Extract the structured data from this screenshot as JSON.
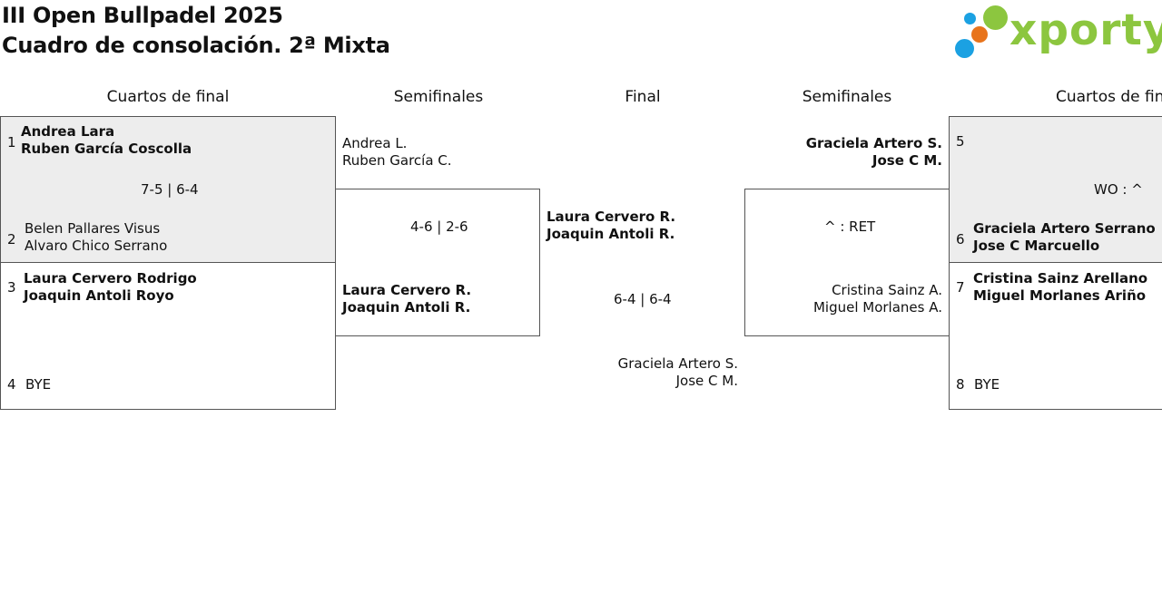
{
  "header": {
    "title": "III Open Bullpadel 2025",
    "subtitle": "Cuadro de consolación. 2ª Mixta"
  },
  "logo": {
    "text": "xporty",
    "colors": {
      "green": "#8cc63f",
      "blue": "#1ba1e2",
      "orange": "#e8741c"
    }
  },
  "columns": {
    "left_qf": "Cuartos de final",
    "left_sf": "Semifinales",
    "final": "Final",
    "right_sf": "Semifinales",
    "right_qf": "Cuartos de final"
  },
  "left_qf": {
    "match1": {
      "seed_a": "1",
      "a1": "Andrea Lara",
      "a2": "Ruben García Coscolla",
      "score": "7-5 | 6-4",
      "seed_b": "2",
      "b1": "Belen Pallares Visus",
      "b2": "Alvaro Chico Serrano"
    },
    "match2": {
      "seed_a": "3",
      "a1": "Laura Cervero Rodrigo",
      "a2": "Joaquin Antoli Royo",
      "seed_b": "4",
      "b1": "BYE"
    }
  },
  "left_sf": {
    "a1": "Andrea L.",
    "a2": "Ruben García C.",
    "score": "4-6 | 2-6",
    "b1": "Laura Cervero R.",
    "b2": "Joaquin Antoli R."
  },
  "final": {
    "a1": "Laura Cervero R.",
    "a2": "Joaquin Antoli R.",
    "score": "6-4 | 6-4",
    "b1": "Graciela Artero S.",
    "b2": "Jose C M."
  },
  "right_sf": {
    "a1": "Graciela Artero S.",
    "a2": "Jose C M.",
    "score": "^ : RET",
    "b1": "Cristina Sainz A.",
    "b2": "Miguel Morlanes A."
  },
  "right_qf": {
    "match1": {
      "seed_a": "5",
      "score": "WO : ^",
      "seed_b": "6",
      "b1": "Graciela Artero Serrano",
      "b2": "Jose C Marcuello"
    },
    "match2": {
      "seed_a": "7",
      "a1": "Cristina Sainz Arellano",
      "a2": "Miguel Morlanes Ariño",
      "seed_b": "8",
      "b1": "BYE"
    }
  }
}
